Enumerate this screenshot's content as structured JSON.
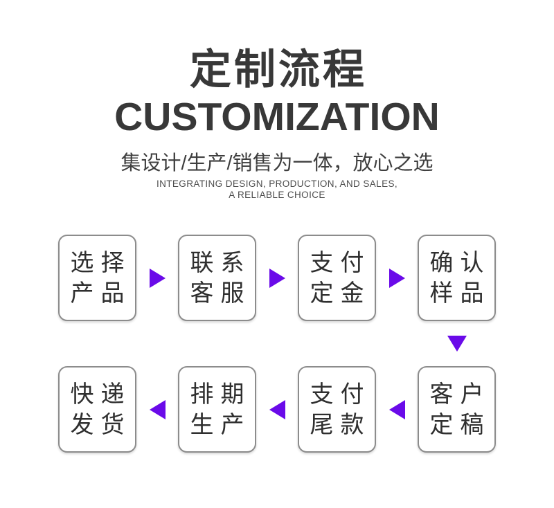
{
  "header": {
    "title_cn": "定制流程",
    "title_en": "CUSTOMIZATION",
    "subtitle_cn": "集设计/生产/销售为一体，放心之选",
    "subtitle_en_line1": "INTEGRATING DESIGN, PRODUCTION, AND SALES,",
    "subtitle_en_line2": "A RELIABLE CHOICE"
  },
  "flow": {
    "arrow_color": "#6a0ae9",
    "box_border_color": "#8c8c8c",
    "top_row": [
      {
        "line1": "选择",
        "line2": "产品"
      },
      {
        "line1": "联系",
        "line2": "客服"
      },
      {
        "line1": "支付",
        "line2": "定金"
      },
      {
        "line1": "确认",
        "line2": "样品"
      }
    ],
    "bottom_row": [
      {
        "line1": "快递",
        "line2": "发货"
      },
      {
        "line1": "排期",
        "line2": "生产"
      },
      {
        "line1": "支付",
        "line2": "尾款"
      },
      {
        "line1": "客户",
        "line2": "定稿"
      }
    ]
  }
}
